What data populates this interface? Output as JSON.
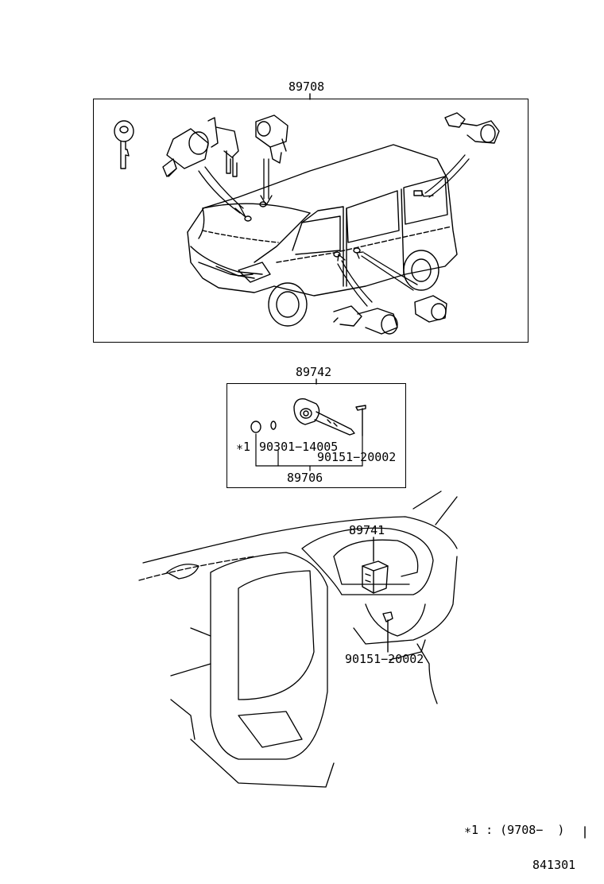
{
  "diagram": {
    "labels": {
      "assembly_top": "89708",
      "key_set": "89742",
      "note_mark": "∗1",
      "part_90301": "90301−14005",
      "part_90151_a": "90151−20002",
      "key_subset": "89706",
      "transponder": "89741",
      "part_90151_b": "90151−20002",
      "footnote": "∗1 : (9708−  )",
      "drawing_number": "841301"
    }
  }
}
